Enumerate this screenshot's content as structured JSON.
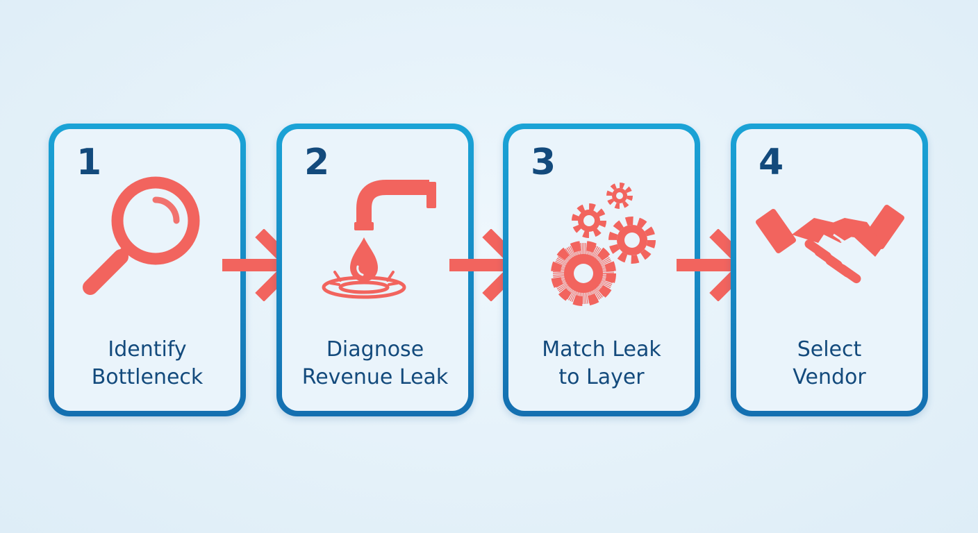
{
  "colors": {
    "card_border": "#1688c3",
    "card_fill": "#eaf4fb",
    "text": "#134a7c",
    "icon_accent": "#f2645e",
    "background": "#e6f2fa"
  },
  "steps": [
    {
      "number": "1",
      "label_line1": "Identify",
      "label_line2": "Bottleneck",
      "icon": "magnifying-glass-icon"
    },
    {
      "number": "2",
      "label_line1": "Diagnose",
      "label_line2": "Revenue Leak",
      "icon": "leaking-pipe-icon"
    },
    {
      "number": "3",
      "label_line1": "Match Leak",
      "label_line2": "to Layer",
      "icon": "gears-icon"
    },
    {
      "number": "4",
      "label_line1": "Select",
      "label_line2": "Vendor",
      "icon": "handshake-icon"
    }
  ],
  "connectors": [
    "arrow-right-icon",
    "arrow-right-icon",
    "arrow-right-icon"
  ]
}
